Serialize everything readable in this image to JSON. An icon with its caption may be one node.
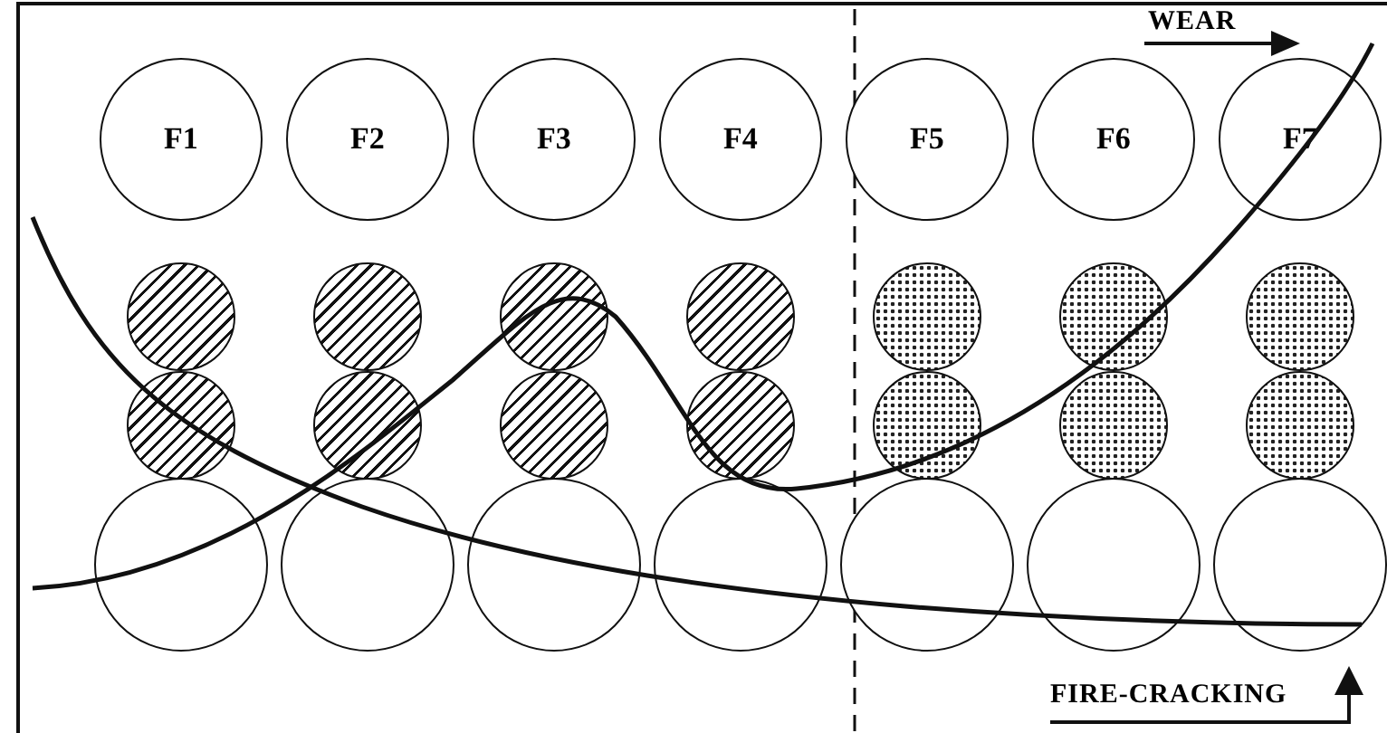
{
  "diagram": {
    "nodes": [
      {
        "text": [
          "F1"
        ]
      },
      {
        "text": [
          "F2"
        ]
      },
      {
        "text": [
          "F3"
        ]
      },
      {
        "text": [
          "F4"
        ]
      },
      {
        "text": [
          "F5"
        ]
      },
      {
        "text": [
          "F6"
        ]
      },
      {
        "text": [
          "F7"
        ]
      },
      {
        "text": [],
        "shape": "circle"
      },
      {
        "text": [],
        "shape": "circle"
      },
      {
        "text": [],
        "shape": "circle"
      },
      {
        "text": [],
        "shape": "circle"
      },
      {
        "text": [],
        "shape": "circle"
      },
      {
        "text": [],
        "shape": "circle"
      },
      {
        "text": [],
        "shape": "circle"
      },
      {
        "text": [],
        "shape": "circle"
      },
      {
        "text": [],
        "shape": "circle"
      },
      {
        "text": [],
        "shape": "circle"
      },
      {
        "text": [],
        "shape": "circle"
      },
      {
        "text": [],
        "shape": "circle"
      },
      {
        "text": [],
        "shape": "circle"
      },
      {
        "text": [],
        "shape": "circle"
      },
      {
        "text": [],
        "shape": "circle"
      },
      {
        "text": [],
        "shape": "circle"
      },
      {
        "text": [],
        "shape": "circle"
      },
      {
        "text": [],
        "shape": "circle"
      },
      {
        "text": [],
        "shape": "circle"
      },
      {
        "text": [],
        "shape": "circle"
      },
      {
        "text": [],
        "shape": "circle"
      }
    ],
    "labels": [
      "WEAR",
      "FIRE-CRACKING"
    ]
  }
}
